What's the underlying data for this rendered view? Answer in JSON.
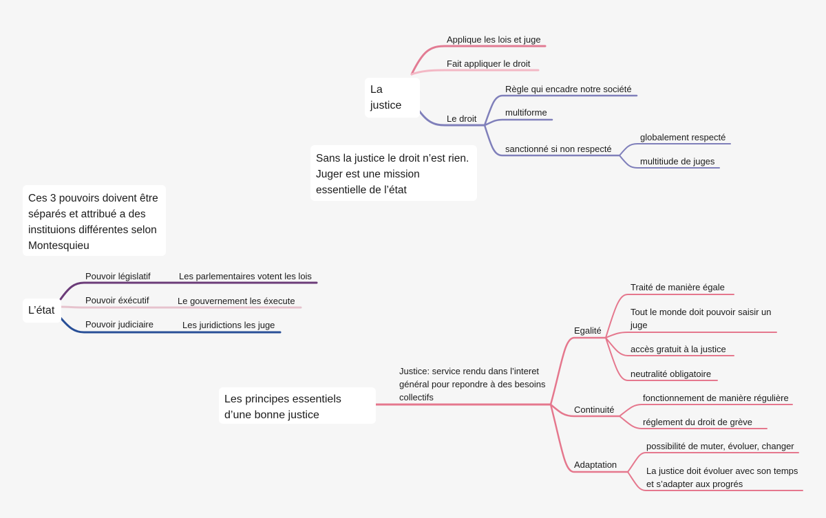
{
  "colors": {
    "justice": "#e27b93",
    "justice_light": "#f3b8c5",
    "droit": "#7f7fba",
    "legislatif": "#6b3b78",
    "executif": "#e6c3cd",
    "judiciaire": "#284f97",
    "principes": "#e5778d"
  },
  "justice_map": {
    "root": "La justice",
    "applique": "Applique les lois et juge",
    "fait_appliquer": "Fait appliquer le droit",
    "le_droit": "Le droit",
    "regle": "Règle qui encadre notre société",
    "multiforme": "multiforme",
    "sanctionne": "sanctionné si non respecté",
    "globalement": "globalement respecté",
    "multitude": "multitiude de juges"
  },
  "note_justice": "Sans la justice le droit n’est rien. Juger est une mission essentielle de l’état",
  "note_pouvoirs": "Ces 3 pouvoirs doivent être séparés et attribué a des instituions différentes selon Montesquieu",
  "etat_map": {
    "root": "L’état",
    "legislatif": "Pouvoir législatif",
    "legislatif_detail": "Les parlementaires votent les lois",
    "executif": "Pouvoir éxécutif",
    "executif_detail": "Le gouvernement les éxecute",
    "judiciaire": "Pouvoir judiciaire",
    "judiciaire_detail": "Les juridictions les juge"
  },
  "principes_map": {
    "root": "Les principes essentiels d’une bonne justice",
    "service": "Justice: service rendu dans l’interet général pour repondre à des besoins collectifs",
    "egalite": "Egalité",
    "egalite_items": [
      "Traité de manière égale",
      "Tout le monde doit pouvoir saisir un juge",
      "accès gratuit à la justice",
      "neutralité obligatoire"
    ],
    "continuite": "Continuité",
    "continuite_items": [
      "fonctionnement de manière régulière",
      "réglement du droit de grève"
    ],
    "adaptation": "Adaptation",
    "adaptation_items": [
      "possibilité de muter, évoluer, changer",
      "La justice doit évoluer avec son temps et s’adapter aux progrés"
    ]
  }
}
